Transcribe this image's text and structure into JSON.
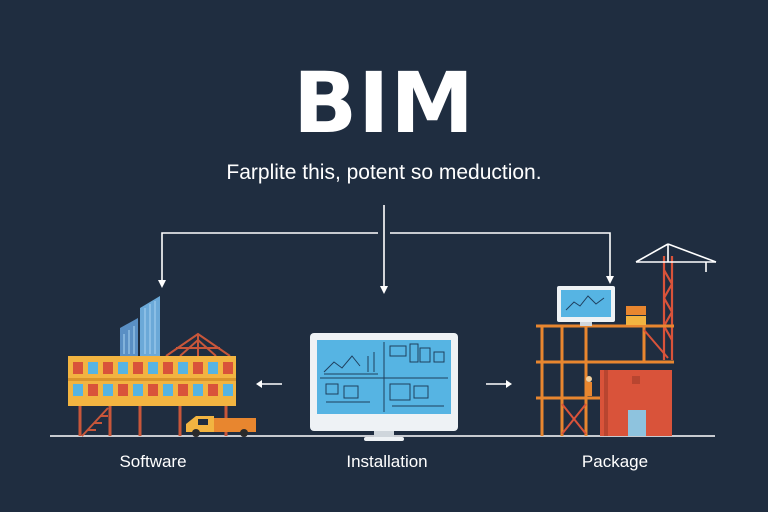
{
  "header": {
    "title": "BIM",
    "subtitle": "Farplite this, potent so meduction."
  },
  "nodes": [
    {
      "id": "software",
      "label": "Software"
    },
    {
      "id": "installation",
      "label": "Installation"
    },
    {
      "id": "package",
      "label": "Package"
    }
  ],
  "colors": {
    "background": "#1f2d40",
    "accent_orange": "#e8862f",
    "accent_red": "#d9533a",
    "screen_blue": "#56b4e3",
    "line": "#ffffff"
  }
}
